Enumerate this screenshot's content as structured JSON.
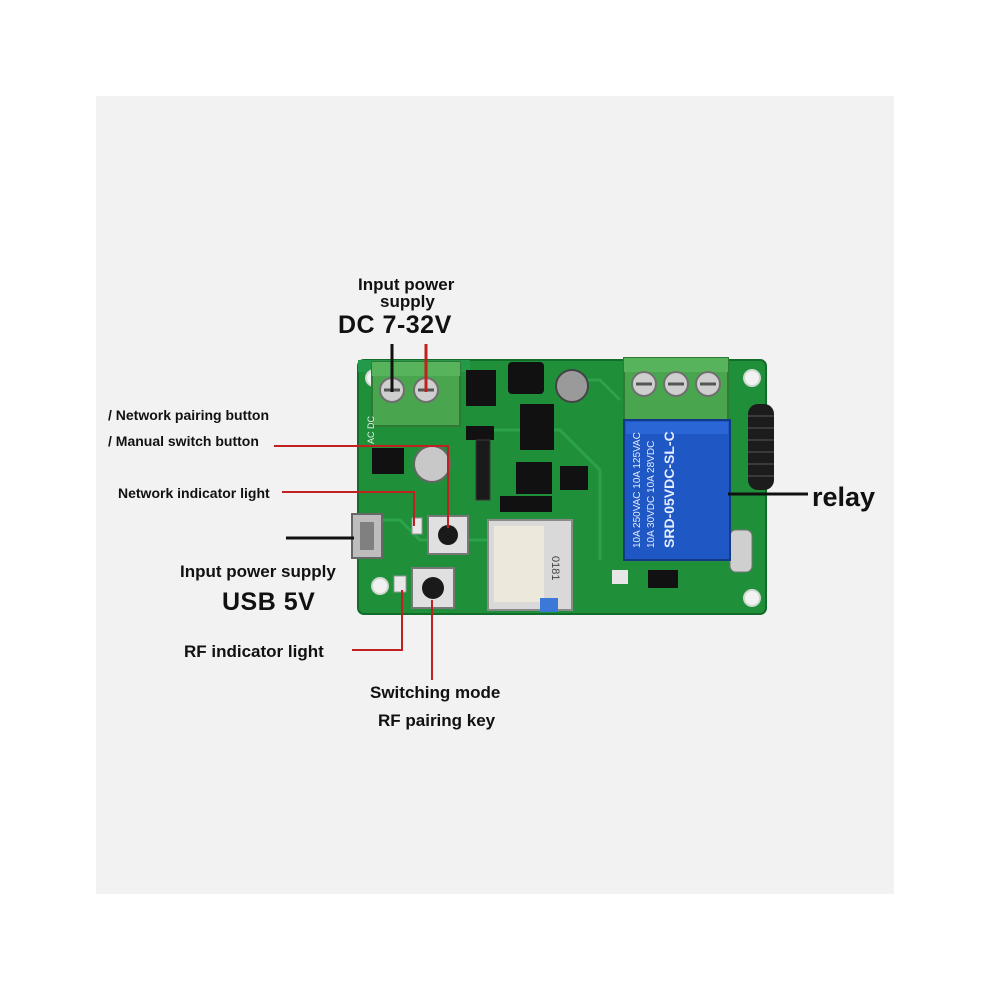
{
  "labels": {
    "input_power_top_l1": "Input power",
    "input_power_top_l2": "supply",
    "dc_voltage": "DC 7-32V",
    "network_pairing": "/ Network pairing button",
    "manual_switch": "/ Manual switch button",
    "network_indicator": "Network indicator light",
    "input_power_usb": "Input power supply",
    "usb_voltage": "USB 5V",
    "rf_indicator": "RF indicator light",
    "switching_mode": "Switching mode",
    "rf_pairing": "RF pairing key",
    "relay": "relay"
  },
  "board_markings": {
    "relay_line1": "10A 250VAC 10A 125VAC",
    "relay_line2": "10A 30VDC 10A 28VDC",
    "relay_model": "SRD-05VDC-SL-C",
    "terminal_marks": "AC DC",
    "module_text": "0181"
  },
  "colors": {
    "background": "#f2f2f2",
    "pcb": "#1f8f3a",
    "relay_body": "#1f57c4",
    "terminal": "#49a54e",
    "leader_red": "#c0201f",
    "leader_black": "#111111"
  }
}
